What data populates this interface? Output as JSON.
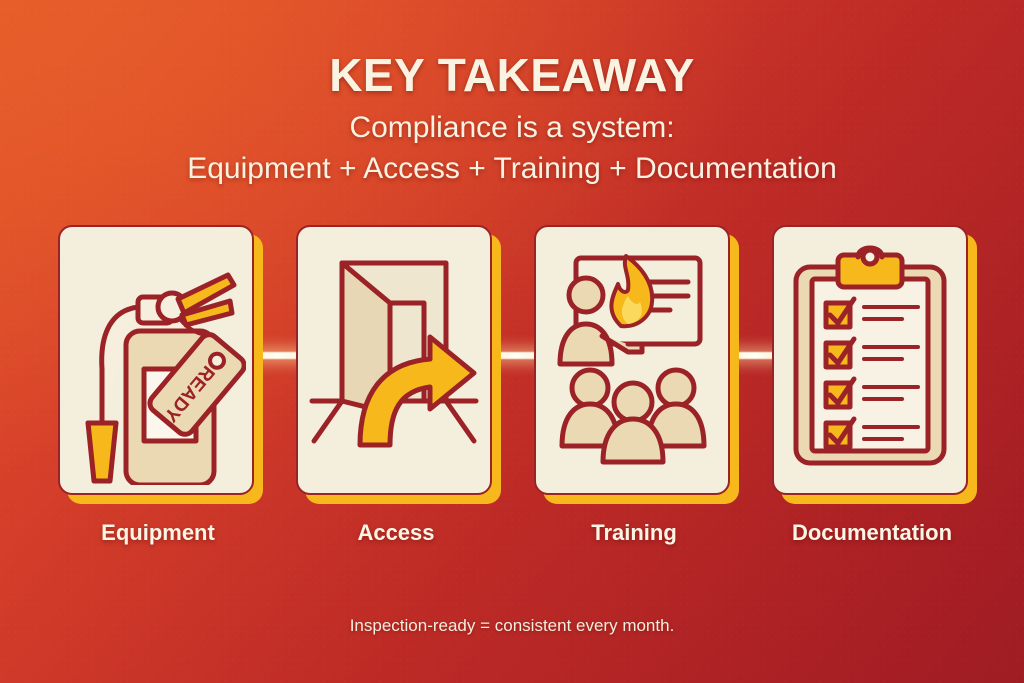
{
  "header": {
    "title": "KEY TAKEAWAY",
    "subtitle_line1": "Compliance is a system:",
    "subtitle_line2": "Equipment + Access + Training + Documentation"
  },
  "cards": [
    {
      "label": "Equipment",
      "icon": "fire-extinguisher-icon",
      "tag_text": "READY"
    },
    {
      "label": "Access",
      "icon": "exit-door-arrow-icon"
    },
    {
      "label": "Training",
      "icon": "classroom-training-icon"
    },
    {
      "label": "Documentation",
      "icon": "clipboard-checklist-icon",
      "checklist_count": 4
    }
  ],
  "footer": {
    "caption": "Inspection-ready = consistent every month."
  },
  "colors": {
    "background_start": "#E2572A",
    "background_end": "#A81F24",
    "card_face": "#F4EEDC",
    "card_shadow": "#F7B81C",
    "line": "#9B2226",
    "accent_gold": "#F7B81C",
    "fill_tan": "#EBD9B4",
    "text_cream": "#FBF3E2",
    "beam": "#FFF8E2"
  }
}
